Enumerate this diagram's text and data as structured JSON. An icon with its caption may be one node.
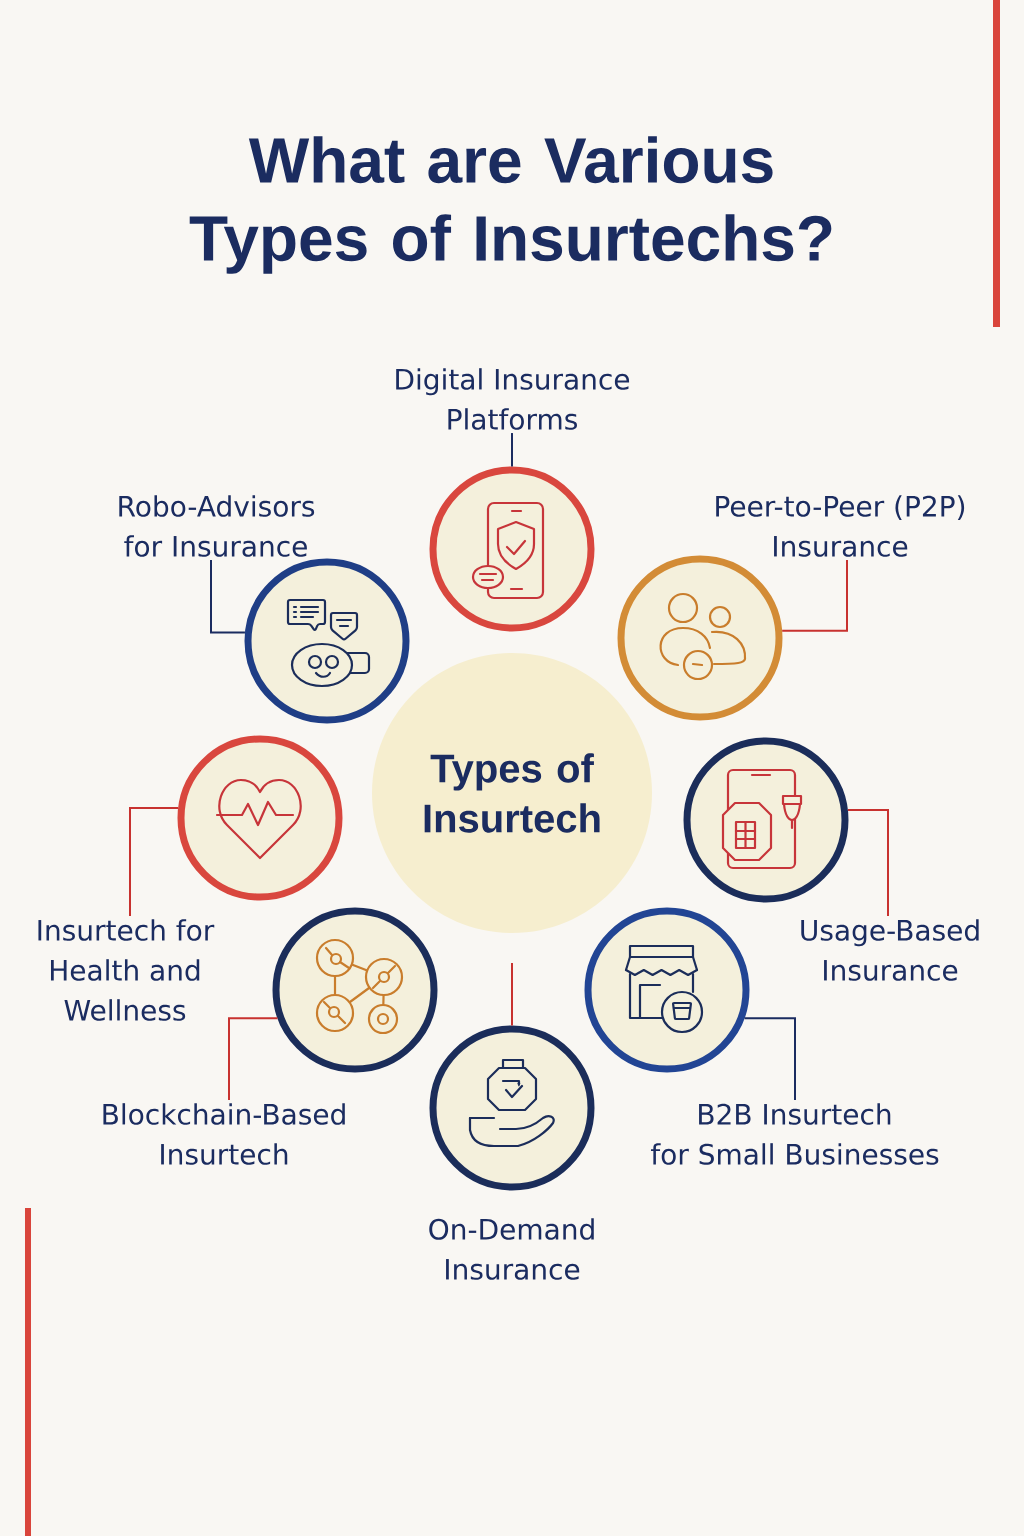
{
  "diagram": {
    "title": "What are Various Types of Insurtechs?",
    "nodes": [
      {
        "text": [
          "Digital Insurance Platforms"
        ]
      },
      {
        "text": [],
        "shape": "circle"
      },
      {
        "text": [
          "Robo-Advisors for Insurance"
        ]
      },
      {
        "text": [],
        "shape": "circle"
      },
      {
        "text": [
          "Peer-to-Peer (P2P) Insurance"
        ]
      },
      {
        "text": [],
        "shape": "circle"
      },
      {
        "text": [
          "Types of Insurtech"
        ]
      },
      {
        "text": [],
        "shape": "circle"
      },
      {
        "text": [
          "Insurtech for Health and Wellness"
        ]
      },
      {
        "text": [],
        "shape": "circle"
      },
      {
        "text": [
          "Usage-Based Insurance"
        ]
      },
      {
        "text": [],
        "shape": "circle"
      },
      {
        "text": [
          "Blockchain-Based Insurtech"
        ]
      },
      {
        "text": [],
        "shape": "circle"
      },
      {
        "text": [
          "B2B Insurtech for Small Businesses"
        ]
      },
      {
        "text": [],
        "shape": "circle",
        "beside": [
          "On-Demand Insurance"
        ]
      }
    ],
    "edges": [
      {
        "from": 0,
        "to": 1,
        "arrow": "none",
        "color": "#1b2c60"
      },
      {
        "from": 2,
        "to": 3,
        "arrow": "none",
        "color": "#1b2c60"
      },
      {
        "from": 4,
        "to": 5,
        "arrow": "none"
      },
      {
        "from": 8,
        "to": 7,
        "arrow": "none"
      },
      {
        "from": 10,
        "to": 9,
        "arrow": "none"
      },
      {
        "from": 12,
        "to": 11,
        "arrow": "none"
      },
      {
        "from": 14,
        "to": 13,
        "arrow": "none",
        "color": "#1b2c60"
      },
      {
        "from": null,
        "to": 15,
        "arrow": "none"
      }
    ]
  }
}
